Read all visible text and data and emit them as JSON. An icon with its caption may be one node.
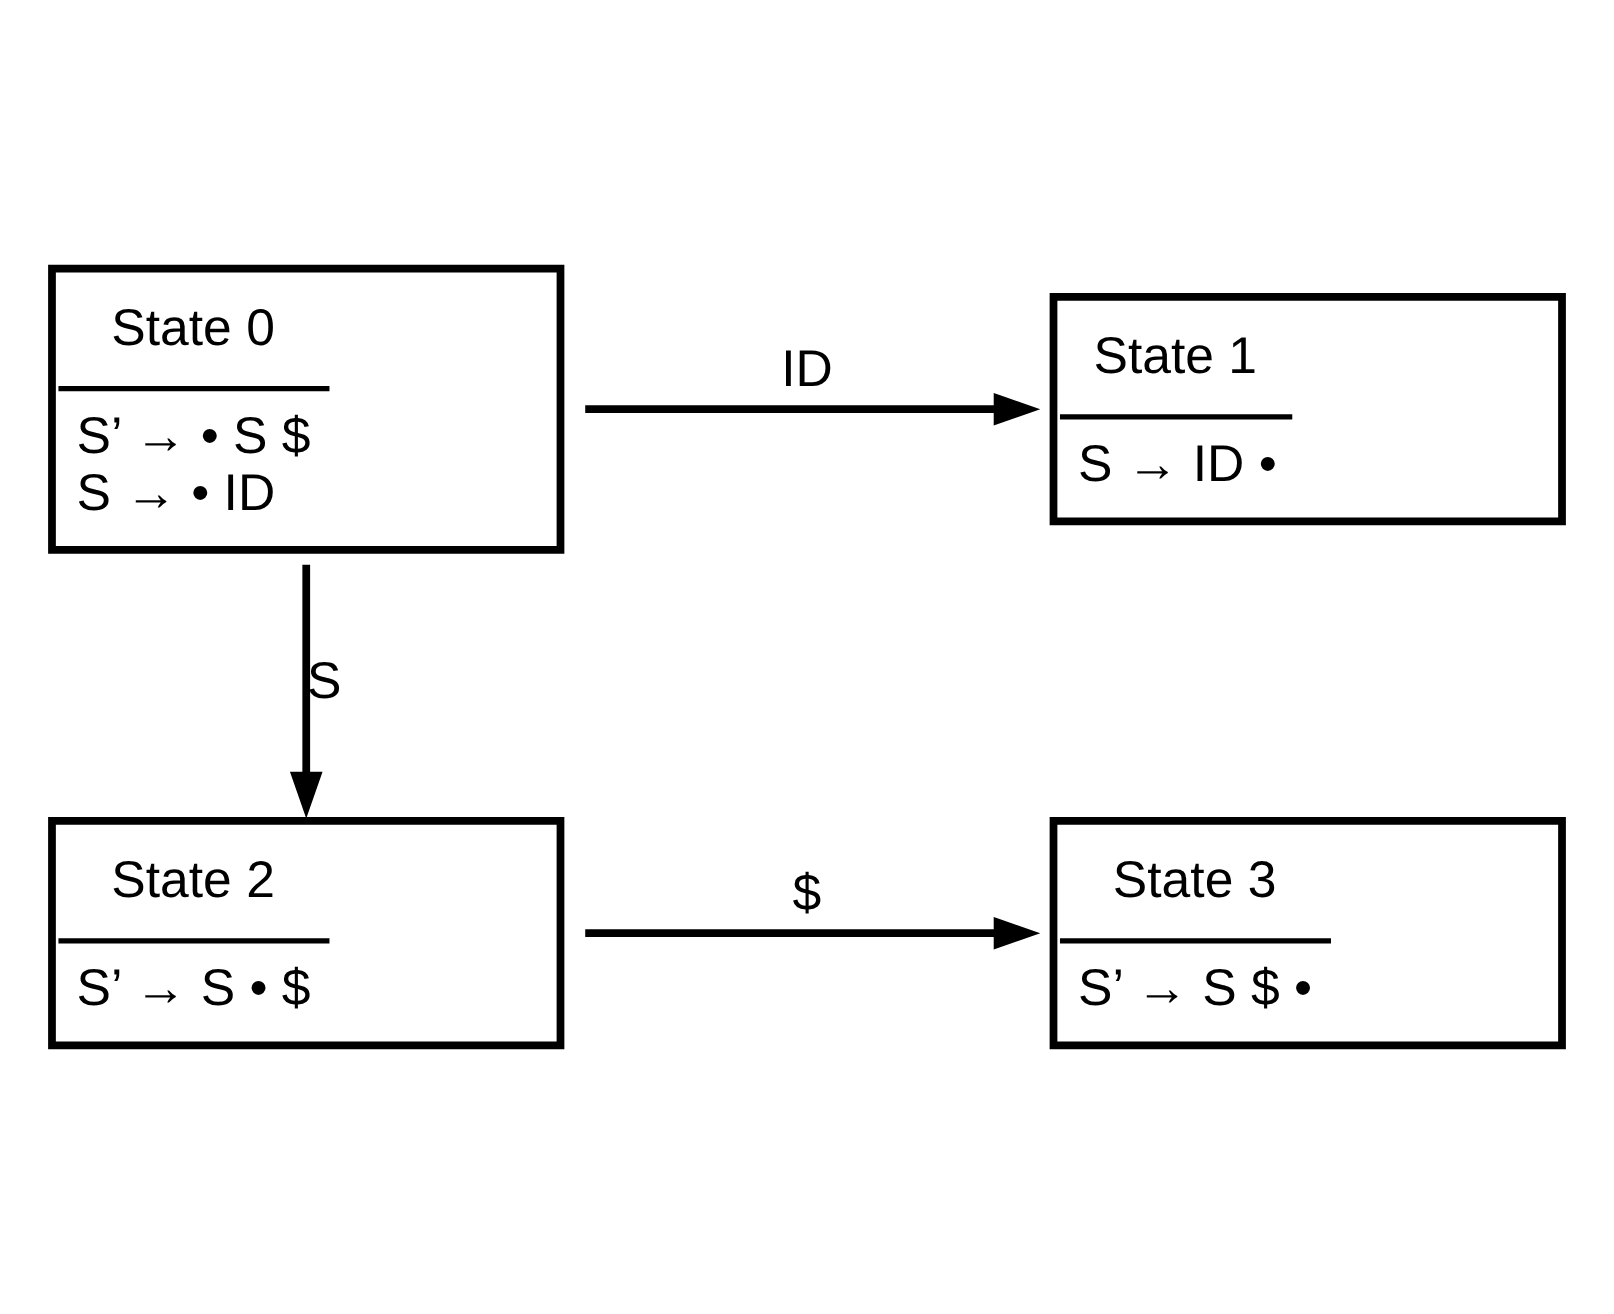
{
  "diagram": {
    "nodes": [
      {
        "text": [
          "State 0",
          "S’ → • S $",
          "S → • ID"
        ]
      },
      {
        "text": [
          "State 1",
          "S → ID •"
        ]
      },
      {
        "text": [
          "State 2",
          "S’ → S • $"
        ]
      },
      {
        "text": [
          "State 3",
          "S’ → S $ •"
        ]
      }
    ],
    "edges": [
      {
        "from": 0,
        "to": 1,
        "label": "ID",
        "arrow": "to"
      },
      {
        "from": 0,
        "to": 2,
        "label": "S",
        "arrow": "to"
      },
      {
        "from": 2,
        "to": 3,
        "label": "$",
        "arrow": "to"
      }
    ]
  }
}
